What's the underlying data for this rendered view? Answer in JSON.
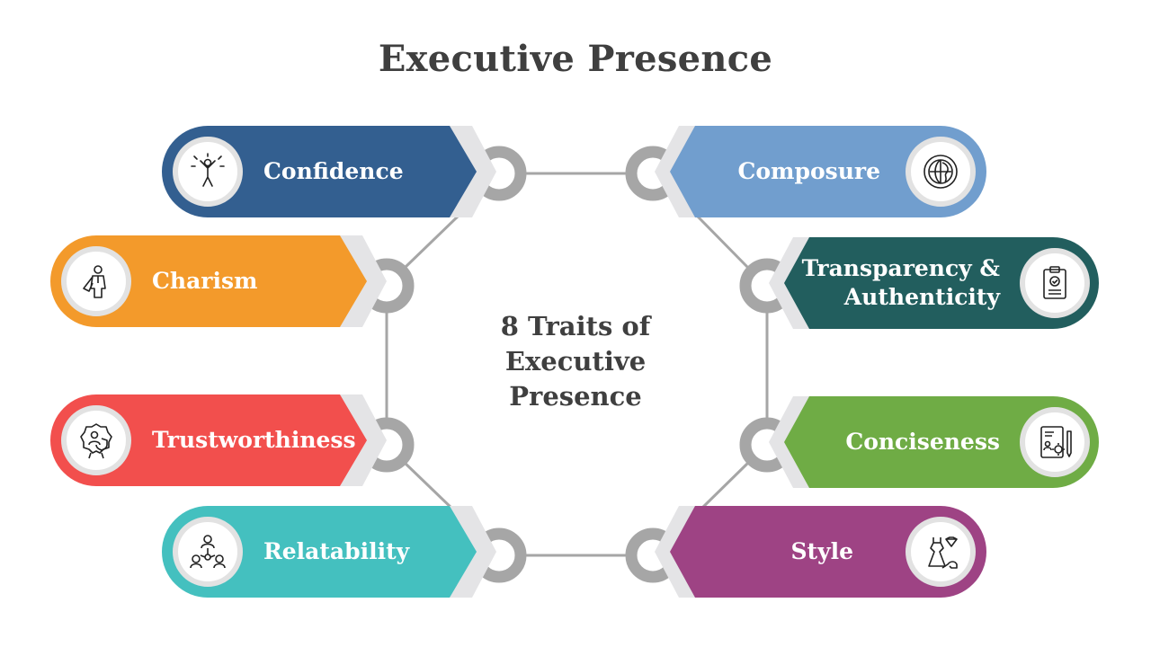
{
  "title": "Executive Presence",
  "center": {
    "line1": "8 Traits of",
    "line2": "Executive",
    "line3": "Presence"
  },
  "traits": [
    {
      "label": "Confidence",
      "color": "#335f90",
      "icon": "person-celebrating-icon"
    },
    {
      "label": "Charism",
      "color": "#f39a2b",
      "icon": "businessman-cape-icon"
    },
    {
      "label": "Trustworthiness",
      "color": "#f24f4d",
      "icon": "shield-badge-icon"
    },
    {
      "label": "Relatability",
      "color": "#44c0bf",
      "icon": "team-network-icon"
    },
    {
      "label": "Composure",
      "color": "#719ece",
      "icon": "globe-head-icon"
    },
    {
      "label_line1": "Transparency &",
      "label_line2": "Authenticity",
      "color": "#225e5e",
      "icon": "clipboard-check-icon"
    },
    {
      "label": "Conciseness",
      "color": "#6fac45",
      "icon": "document-settings-icon"
    },
    {
      "label": "Style",
      "color": "#9e4384",
      "icon": "dress-heel-icon"
    }
  ],
  "connector_color": "#a6a6a6"
}
